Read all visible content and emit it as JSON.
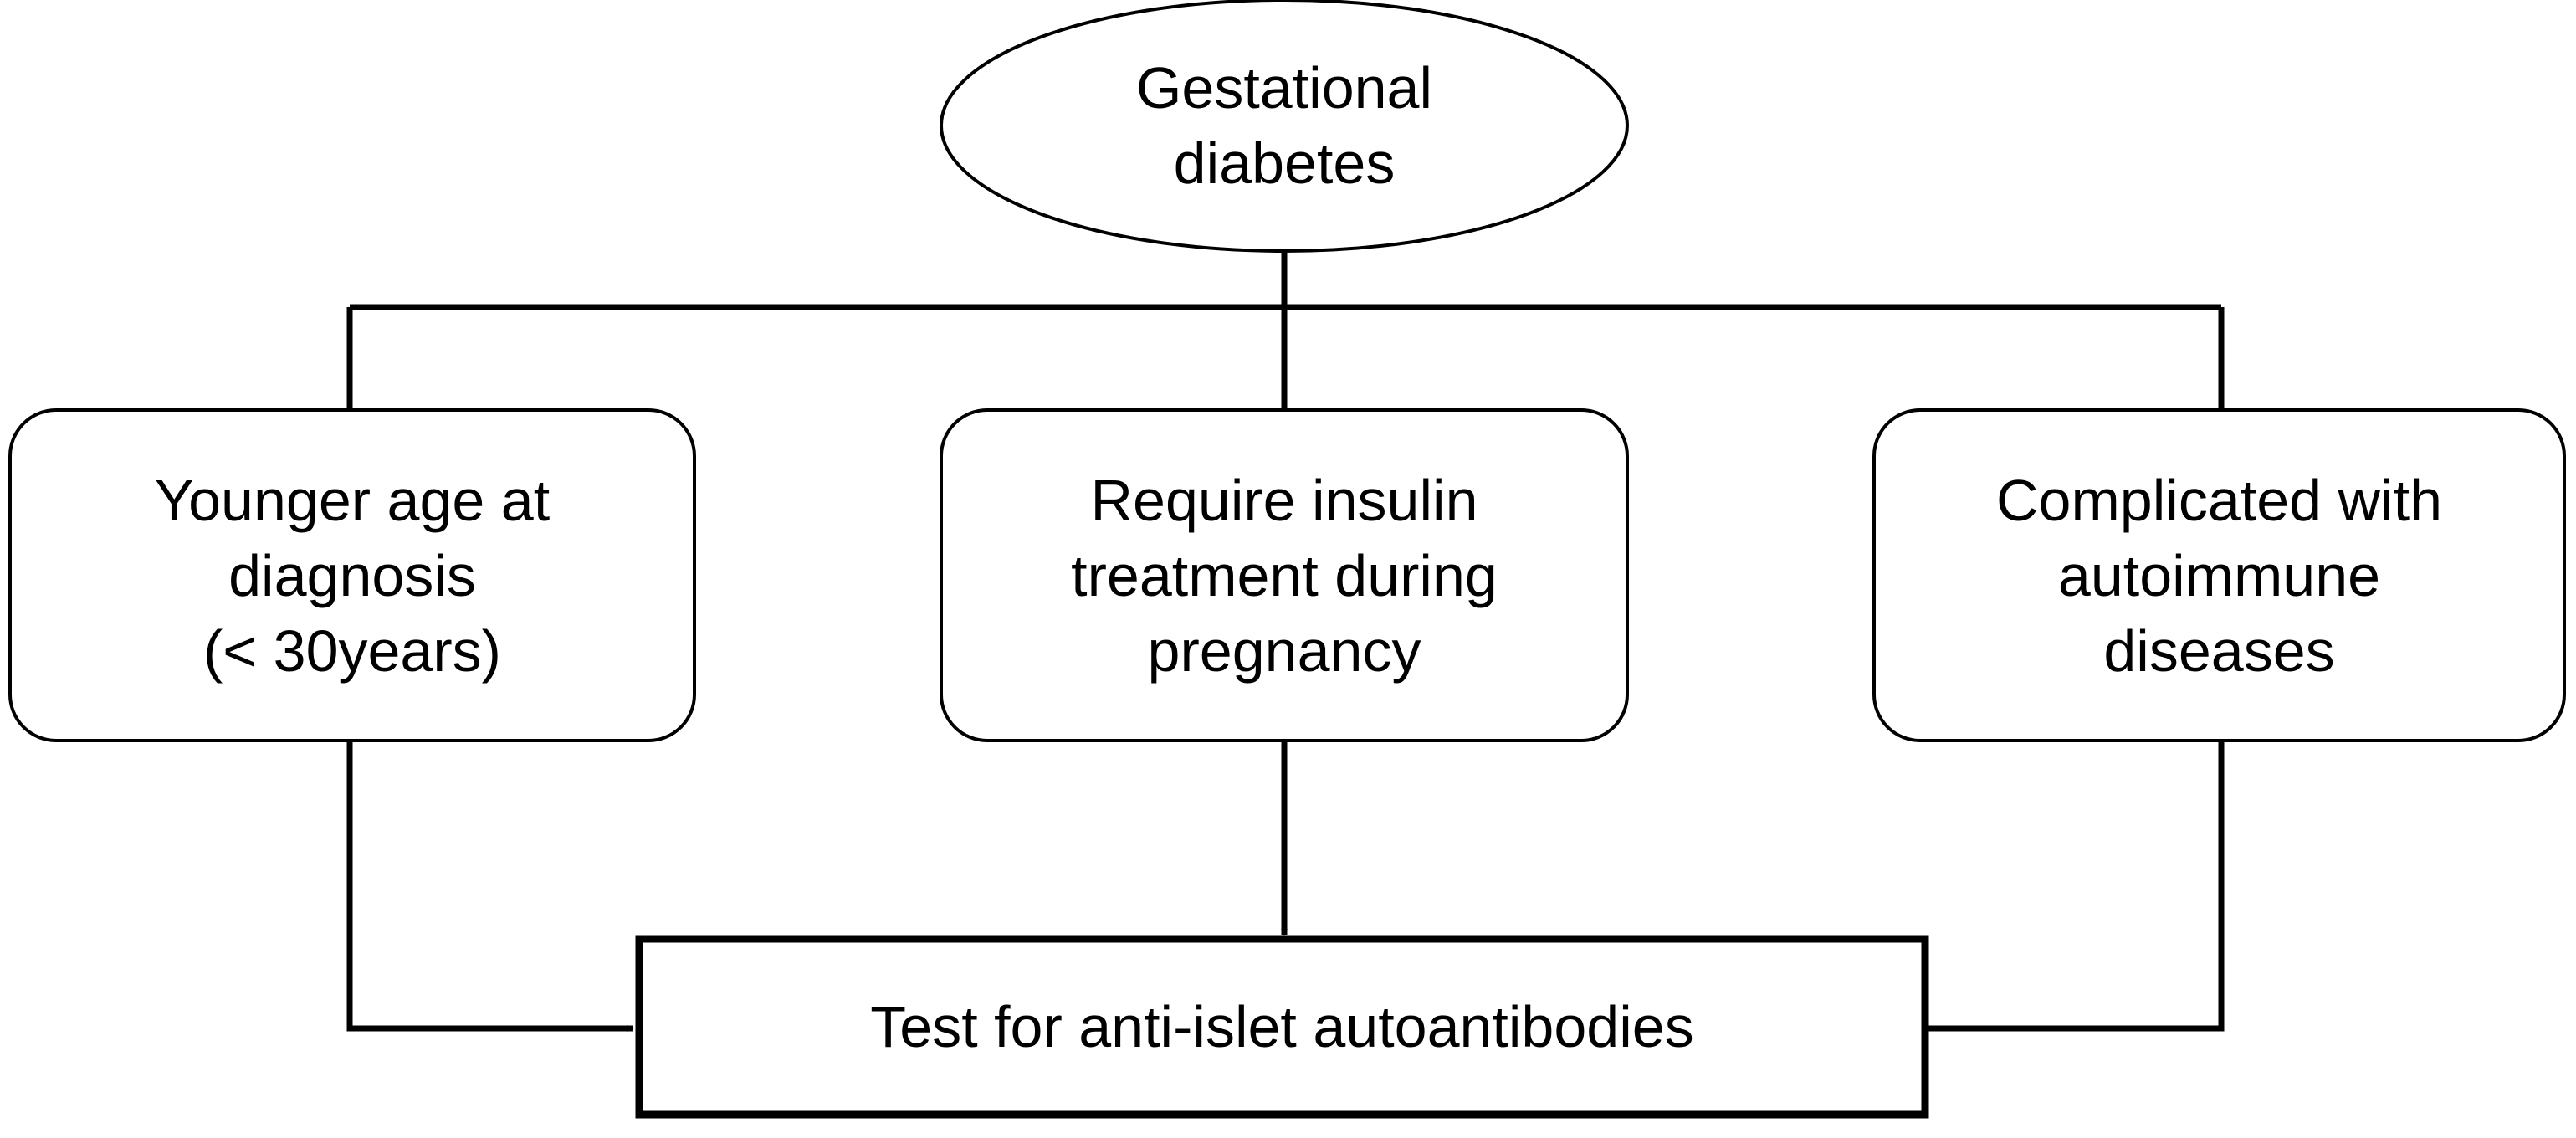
{
  "root": {
    "lines": [
      "Gestational",
      "diabetes"
    ]
  },
  "criteria": [
    {
      "lines": [
        "Younger age at",
        "diagnosis",
        "(< 30years)"
      ]
    },
    {
      "lines": [
        "Require insulin",
        "treatment during",
        "pregnancy"
      ]
    },
    {
      "lines": [
        "Complicated with",
        "autoimmune",
        "diseases"
      ]
    }
  ],
  "outcome": {
    "label": "Test for anti-islet autoantibodies"
  },
  "colors": {
    "stroke": "#000000",
    "fill": "#ffffff",
    "text": "#000000"
  }
}
